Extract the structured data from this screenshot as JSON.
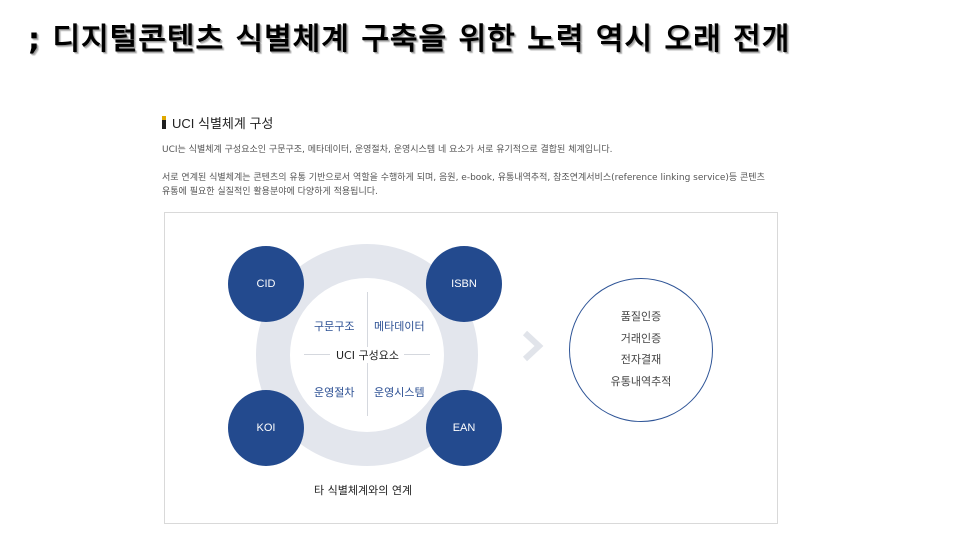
{
  "slide": {
    "title": "; 디지털콘텐츠 식별체계 구축을 위한 노력 역시 오래 전개"
  },
  "section": {
    "heading": "UCI 식별체계 구성",
    "para1": "UCI는 식별체계 구성요소인 구문구조, 메타데이터, 운영절차, 운영시스템 네 요소가 서로 유기적으로 결합된 체계입니다.",
    "para2_line1": "서로 연계된 식별체계는 콘텐츠의 유통 기반으로서 역할을 수행하게 되며, 음원, e-book, 유통내역추적, 참조연계서비스(reference linking service)등 콘텐츠",
    "para2_line2": "유통에 필요한 실질적인 활용분야에 다양하게 적용됩니다."
  },
  "diagram": {
    "nodes": {
      "cid": "CID",
      "isbn": "ISBN",
      "koi": "KOI",
      "ean": "EAN"
    },
    "components": [
      "구문구조",
      "메타데이터",
      "운영절차",
      "운영시스템"
    ],
    "center_label": "UCI 구성요소",
    "caption": "타 식별체계와의 연계",
    "applications": [
      "품질인증",
      "거래인증",
      "전자결재",
      "유통내역추적"
    ],
    "colors": {
      "node": "#234a8e",
      "ring": "#e3e6ed",
      "component_text": "#2b4f93"
    }
  }
}
